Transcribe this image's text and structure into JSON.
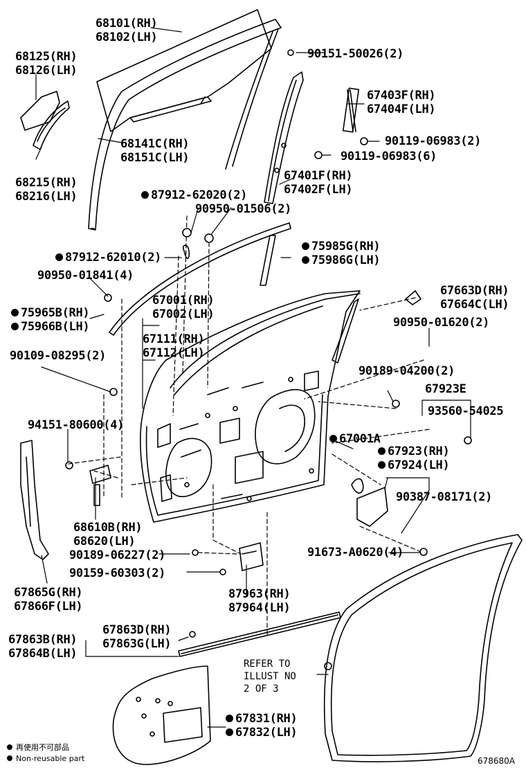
{
  "labels": {
    "l1": {
      "lines": [
        "68101(RH)",
        "68102(LH)"
      ]
    },
    "l2": {
      "lines": [
        "68125(RH)",
        "68126(LH)"
      ]
    },
    "l3": {
      "lines": [
        "90151-50026(2)"
      ]
    },
    "l4": {
      "lines": [
        "67403F(RH)",
        "67404F(LH)"
      ]
    },
    "l5": {
      "lines": [
        "90119-06983(2)"
      ]
    },
    "l6": {
      "lines": [
        "68141C(RH)",
        "68151C(LH)"
      ]
    },
    "l7": {
      "lines": [
        "90119-06983(6)"
      ]
    },
    "l8": {
      "lines": [
        "67401F(RH)",
        "67402F(LH)"
      ]
    },
    "l9": {
      "lines": [
        "68215(RH)",
        "68216(LH)"
      ]
    },
    "l10": {
      "lines": [
        "87912-62020(2)"
      ],
      "dot": true
    },
    "l11": {
      "lines": [
        "90950-01506(2)"
      ]
    },
    "l12": {
      "lines": [
        "75985G(RH)",
        "75986G(LH)"
      ],
      "dot": true
    },
    "l13": {
      "lines": [
        "87912-62010(2)"
      ],
      "dot": true
    },
    "l14": {
      "lines": [
        "90950-01841(4)"
      ]
    },
    "l15": {
      "lines": [
        "67663D(RH)",
        "67664C(LH)"
      ]
    },
    "l16": {
      "lines": [
        "75965B(RH)",
        "75966B(LH)"
      ],
      "dot": true
    },
    "l17": {
      "lines": [
        "67001(RH)",
        "67002(LH)"
      ]
    },
    "l18": {
      "lines": [
        "90950-01620(2)"
      ]
    },
    "l19": {
      "lines": [
        "67111(RH)",
        "67112(LH)"
      ]
    },
    "l20": {
      "lines": [
        "90109-08295(2)"
      ]
    },
    "l21": {
      "lines": [
        "90189-04200(2)"
      ]
    },
    "l22": {
      "lines": [
        "67923E"
      ]
    },
    "l23": {
      "lines": [
        "93560-54025"
      ]
    },
    "l24": {
      "lines": [
        "94151-80600(4)"
      ]
    },
    "l25": {
      "lines": [
        "67001A"
      ],
      "dot": true
    },
    "l26": {
      "lines": [
        "67923(RH)",
        "67924(LH)"
      ],
      "dot": true
    },
    "l27": {
      "lines": [
        "90387-08171(2)"
      ]
    },
    "l28": {
      "lines": [
        "68610B(RH)",
        "68620(LH)"
      ]
    },
    "l29": {
      "lines": [
        "90189-06227(2)"
      ]
    },
    "l30": {
      "lines": [
        "91673-A0620(4)"
      ]
    },
    "l31": {
      "lines": [
        "90159-60303(2)"
      ]
    },
    "l32": {
      "lines": [
        "67865G(RH)",
        "67866F(LH)"
      ]
    },
    "l33": {
      "lines": [
        "87963(RH)",
        "87964(LH)"
      ]
    },
    "l34": {
      "lines": [
        "67863D(RH)",
        "67863G(LH)"
      ]
    },
    "l35": {
      "lines": [
        "67863B(RH)",
        "67864B(LH)"
      ]
    },
    "l36": {
      "lines": [
        "67831(RH)",
        "67832(LH)"
      ],
      "dot": true
    }
  },
  "refer_note": [
    "REFER TO",
    "ILLUST NO",
    "2 OF 3"
  ],
  "legend": {
    "jp": "再使用不可部品",
    "en": "Non-reusable part"
  },
  "illustration_code": "678680A"
}
